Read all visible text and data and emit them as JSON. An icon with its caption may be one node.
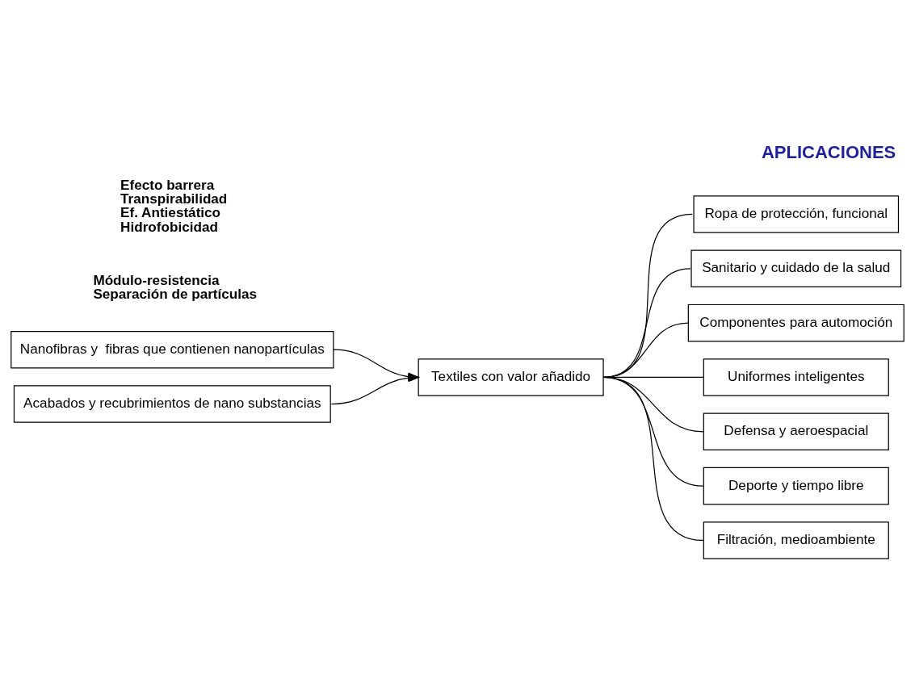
{
  "diagram": {
    "title": "APLICACIONES",
    "nodes": [
      {
        "text": [
          "Nanofibras y  fibras que contienen nanopartículas"
        ]
      },
      {
        "text": [
          "Acabados y recubrimientos de nano substancias"
        ]
      },
      {
        "text": [
          "Textiles con valor añadido"
        ]
      },
      {
        "text": [
          "Ropa de protección, funcional"
        ]
      },
      {
        "text": [
          "Sanitario y cuidado de la salud"
        ]
      },
      {
        "text": [
          "Componentes para automoción"
        ]
      },
      {
        "text": [
          "Uniformes inteligentes"
        ]
      },
      {
        "text": [
          "Defensa y aeroespacial"
        ]
      },
      {
        "text": [
          "Deporte y tiempo libre"
        ]
      },
      {
        "text": [
          "Filtración, medioambiente"
        ]
      }
    ],
    "edges": [
      {
        "from": 0,
        "to": 2,
        "arrow": "to"
      },
      {
        "from": 1,
        "to": 2,
        "arrow": "to"
      },
      {
        "from": 2,
        "to": 3,
        "arrow": "none"
      },
      {
        "from": 2,
        "to": 4,
        "arrow": "none"
      },
      {
        "from": 2,
        "to": 5,
        "arrow": "none"
      },
      {
        "from": 2,
        "to": 6,
        "arrow": "none"
      },
      {
        "from": 2,
        "to": 7,
        "arrow": "none"
      },
      {
        "from": 2,
        "to": 8,
        "arrow": "none"
      },
      {
        "from": 2,
        "to": 9,
        "arrow": "none"
      }
    ],
    "labels": [
      "Módulo-resistencia",
      "Separación de partículas",
      "Efecto barrera",
      "Transpirabilidad",
      "Ef. Antiestático",
      "Hidrofobicidad"
    ]
  }
}
